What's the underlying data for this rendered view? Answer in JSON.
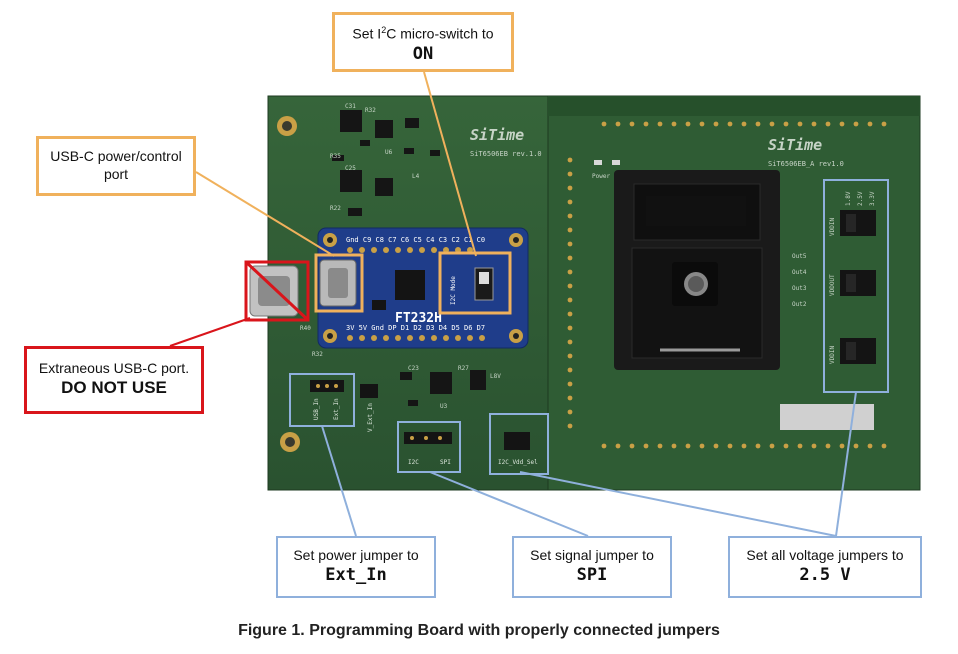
{
  "board": {
    "left_logo": "SiTime",
    "left_rev": "SiT6506EB rev.1.0",
    "right_logo": "SiTime",
    "right_rev": "SiT6506EB_A rev1.0",
    "adapter_name": "FT232H",
    "adapter_top_pins": "Gnd C9 C8 C7 C6 C5 C4 C3 C2 C1 C0",
    "adapter_bottom_pins": "3V 5V Gnd DP D1 D2 D3 D4 D5 D6 D7",
    "adapter_switch": "I2C Mode",
    "jumper_usb_in": "USB_In",
    "jumper_ext_in": "Ext_In",
    "jumper_vext": "V_Ext_In",
    "jumper_i2c": "I2C",
    "jumper_spi": "SPI",
    "jumper_i2c_vdd": "I2C_Vdd_Sel",
    "vddin_labels": [
      "VDDIN",
      "VDDOUT",
      "VDDIN"
    ],
    "voltage_options": [
      "1.8V",
      "2.5V",
      "3.3V"
    ],
    "power_label": "Power",
    "out_labels": [
      "Out5",
      "Out4",
      "Out3",
      "Out2"
    ]
  },
  "callouts": {
    "i2c_switch": {
      "text_pre": "Set I",
      "sup": "2",
      "text_post": "C micro-switch to",
      "value": "ON"
    },
    "usb_power": {
      "text": "USB-C power/control port"
    },
    "extraneous": {
      "text": "Extraneous USB-C port.",
      "value": "DO NOT USE"
    },
    "power_jumper": {
      "text": "Set power jumper to",
      "value": "Ext_In"
    },
    "signal_jumper": {
      "text": "Set signal jumper to",
      "value": "SPI"
    },
    "voltage_jumpers": {
      "text": "Set all voltage jumpers to",
      "value": "2.5 V"
    }
  },
  "caption": "Figure 1. Programming Board with properly connected jumpers",
  "colors": {
    "pcb": "#2f5a33",
    "pcb_dark": "#234626",
    "orange": "#f0b15c",
    "red": "#d9151b",
    "blue": "#8fb0dc",
    "adapter": "#1f3d8a"
  }
}
